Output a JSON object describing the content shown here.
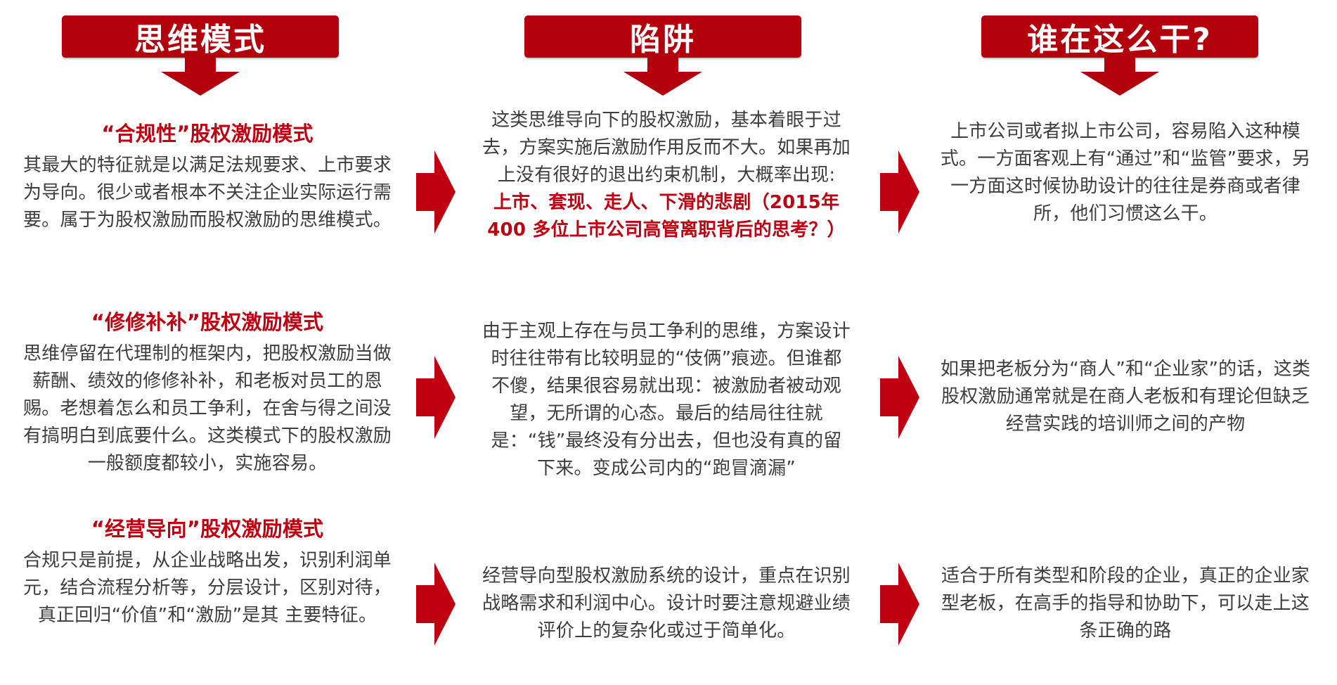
{
  "colors": {
    "accent": "#b3000d",
    "arrow": "#c00010",
    "text": "#3d3d3d"
  },
  "headers": [
    {
      "label": "思维模式"
    },
    {
      "label": "陷阱"
    },
    {
      "label": "谁在这么干?"
    }
  ],
  "rows": [
    {
      "mode_title": "“合规性”股权激励模式",
      "mode_text": "其最大的特征就是以满足法规要求、上市要求为导向。很少或者根本不关注企业实际运行需要。属于为股权激励而股权激励的思维模式。",
      "trap_text": "这类思维导向下的股权激励，基本着眼于过去，方案实施后激励作用反而不大。如果再加上没有很好的退出约束机制，大概率出现:",
      "trap_highlight": "上市、套现、走人、下滑的悲剧（2015年 400 多位上市公司高管离职背后的思考？）",
      "who_text": "上市公司或者拟上市公司，容易陷入这种模式。一方面客观上有“通过”和“监管”要求，另一方面这时候协助设计的往往是券商或者律所，他们习惯这么干。"
    },
    {
      "mode_title": "“修修补补”股权激励模式",
      "mode_text": "思维停留在代理制的框架内，把股权激励当做薪酬、绩效的修修补补，和老板对员工的恩赐。老想着怎么和员工争利，在舍与得之间没有搞明白到底要什么。这类模式下的股权激励一般额度都较小，实施容易。",
      "trap_text": "由于主观上存在与员工争利的思维，方案设计时往往带有比较明显的“伎俩”痕迹。但谁都不傻，结果很容易就出现：被激励者被动观望，无所谓的心态。最后的结局往往就是：“钱”最终没有分出去，但也没有真的留下来。变成公司内的“跑冒滴漏”",
      "trap_highlight": "",
      "who_text": "如果把老板分为“商人”和“企业家”的话，这类股权激励通常就是在商人老板和有理论但缺乏经营实践的培训师之间的产物"
    },
    {
      "mode_title": "“经营导向”股权激励模式",
      "mode_text": "合规只是前提，从企业战略出发，识别利润单元，结合流程分析等，分层设计，区别对待，真正回归“价值”和“激励”是其 主要特征。",
      "trap_text": "经营导向型股权激励系统的设计，重点在识别战略需求和利润中心。设计时要注意规避业绩评价上的复杂化或过于简单化。",
      "trap_highlight": "",
      "who_text": "适合于所有类型和阶段的企业，真正的企业家型老板，在高手的指导和协助下，可以走上这条正确的路"
    }
  ]
}
